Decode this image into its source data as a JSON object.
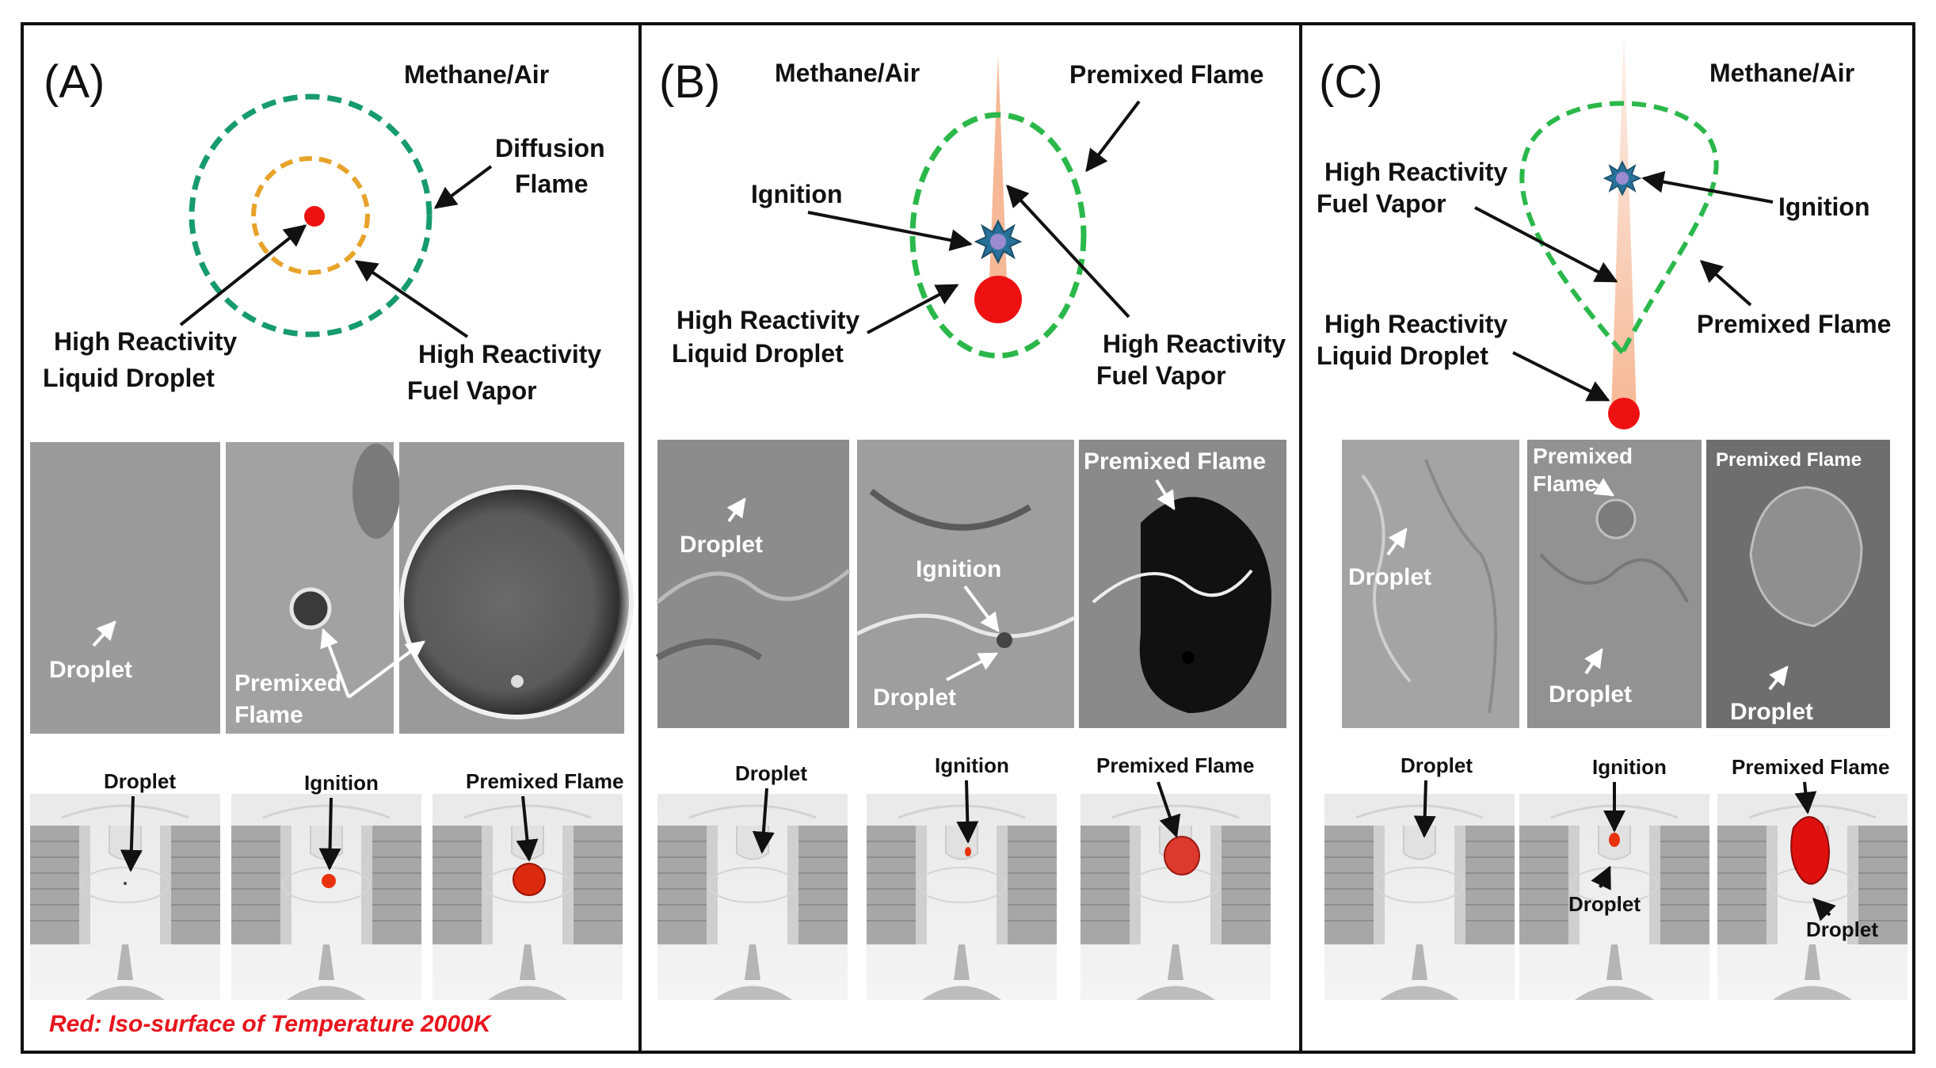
{
  "panels": [
    {
      "letter": "(A)",
      "gas": "Methane/Air",
      "labels": {
        "diffusion_1": "Diffusion",
        "diffusion_2": "Flame",
        "droplet_1": "High Reactivity",
        "droplet_2": "Liquid Droplet",
        "vapor_1": "High Reactivity",
        "vapor_2": "Fuel Vapor"
      },
      "photo_labels": {
        "droplet": "Droplet",
        "flame_1": "Premixed",
        "flame_2": "Flame"
      },
      "sim_labels": [
        "Droplet",
        "Ignition",
        "Premixed Flame"
      ],
      "note": "Red: Iso-surface of Temperature 2000K"
    },
    {
      "letter": "(B)",
      "gas": "Methane/Air",
      "labels": {
        "premixed": "Premixed Flame",
        "ignition": "Ignition",
        "droplet_1": "High Reactivity",
        "droplet_2": "Liquid Droplet",
        "vapor_1": "High Reactivity",
        "vapor_2": "Fuel Vapor"
      },
      "photo_labels": {
        "droplet_1": "Droplet",
        "ignition": "Ignition",
        "droplet_2": "Droplet",
        "premixed": "Premixed Flame"
      },
      "sim_labels": [
        "Droplet",
        "Ignition",
        "Premixed Flame"
      ]
    },
    {
      "letter": "(C)",
      "gas": "Methane/Air",
      "labels": {
        "vapor_1": "High Reactivity",
        "vapor_2": "Fuel Vapor",
        "ignition": "Ignition",
        "droplet_1": "High Reactivity",
        "droplet_2": "Liquid Droplet",
        "premixed": "Premixed Flame"
      },
      "photo_labels": {
        "droplet_1": "Droplet",
        "flame_1": "Premixed",
        "flame_2": "Flame",
        "droplet_2": "Droplet",
        "premixed": "Premixed Flame",
        "droplet_3": "Droplet"
      },
      "sim_labels": [
        "Droplet",
        "Ignition",
        "Droplet",
        "Premixed Flame",
        "Droplet"
      ]
    }
  ],
  "colors": {
    "diffusion_flame": "#169b6d",
    "vapor_ring": "#e8a32a",
    "premixed_ring": "#2bb84a",
    "droplet": "#ee1111",
    "vapor_plume": "#f6b896",
    "ignition_star": "#27719a",
    "note_text": "#e8141c"
  }
}
